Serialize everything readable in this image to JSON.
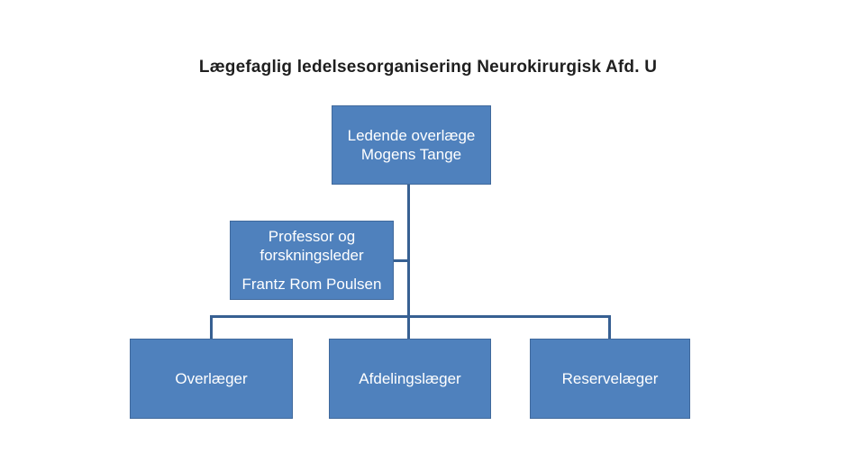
{
  "title": "Lægefaglig ledelsesorganisering Neurokirurgisk Afd. U",
  "org_chart": {
    "type": "hierarchy",
    "root": {
      "role": "Ledende overlæge",
      "name": "Mogens Tange"
    },
    "staff_node": {
      "role": "Professor og forskningsleder",
      "name": "Frantz Rom Poulsen",
      "attached_to": "root"
    },
    "children": [
      {
        "label": "Overlæger"
      },
      {
        "label": "Afdelingslæger"
      },
      {
        "label": "Reservelæger"
      }
    ]
  },
  "colors": {
    "node_fill": "#4f81bd",
    "node_border": "#40699c",
    "connector": "#376092",
    "node_text": "#ffffff",
    "title_color": "#1f1f1f",
    "background": "#ffffff"
  }
}
